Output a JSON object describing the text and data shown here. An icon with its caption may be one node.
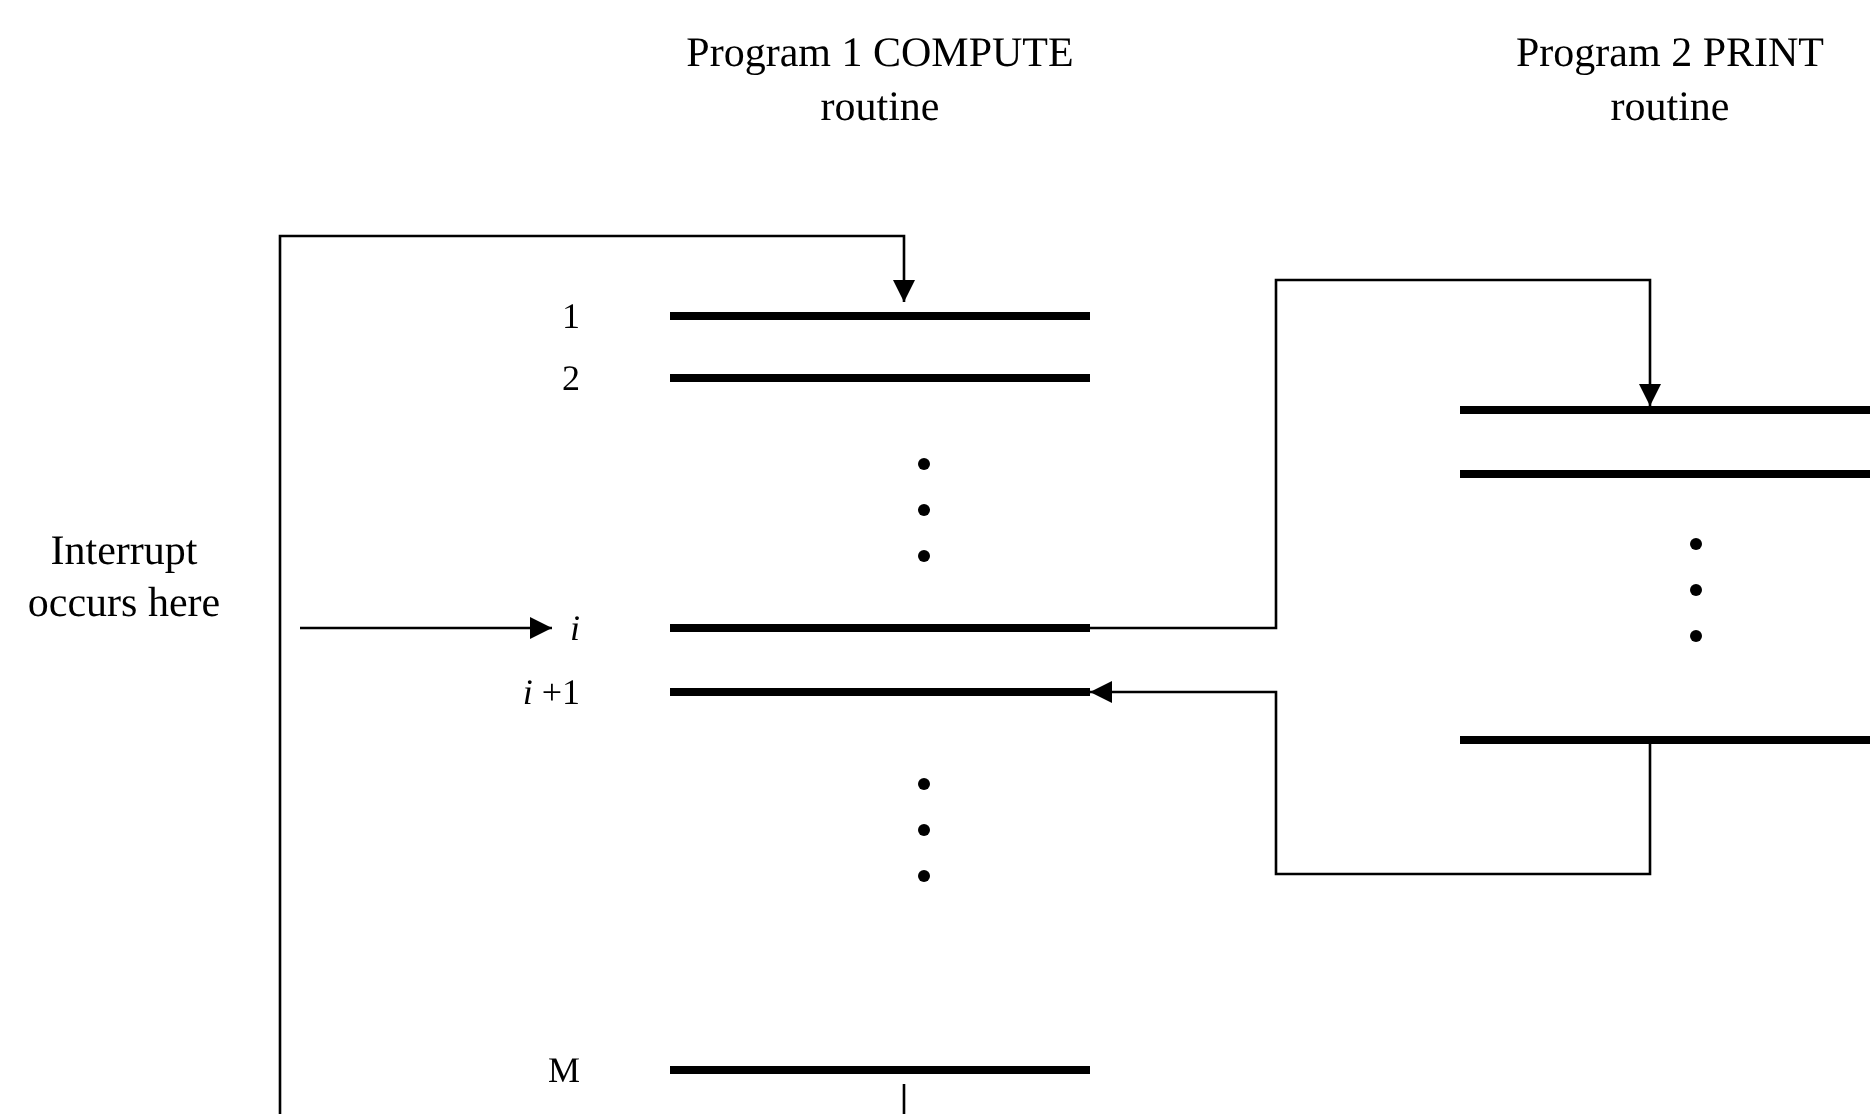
{
  "diagram": {
    "nodes": [
      {
        "text": [
          "Interrupt occurs here"
        ]
      },
      {
        "text": [],
        "shape": "bar",
        "beside": [
          "1"
        ]
      },
      {
        "text": [],
        "shape": "bar",
        "beside": [
          "2"
        ]
      },
      {
        "text": [],
        "shape": "bar",
        "beside": [
          "i"
        ]
      },
      {
        "text": [],
        "shape": "bar",
        "beside": [
          "*i* +1"
        ]
      },
      {
        "text": [],
        "shape": "bar",
        "beside": [
          "M"
        ]
      },
      {
        "text": [],
        "shape": "bar"
      },
      {
        "text": [],
        "shape": "bar"
      },
      {
        "text": [],
        "shape": "bar"
      }
    ],
    "edges": [
      {
        "from": 0,
        "to": 3,
        "arrow": "to"
      },
      {
        "from": 5,
        "to": 1,
        "arrow": "to"
      },
      {
        "from": 3,
        "to": 6,
        "arrow": "to"
      },
      {
        "from": 8,
        "to": 4,
        "arrow": "to"
      }
    ],
    "labels": [
      "Program 1 COMPUTE routine",
      "Program 2 PRINT routine"
    ]
  }
}
